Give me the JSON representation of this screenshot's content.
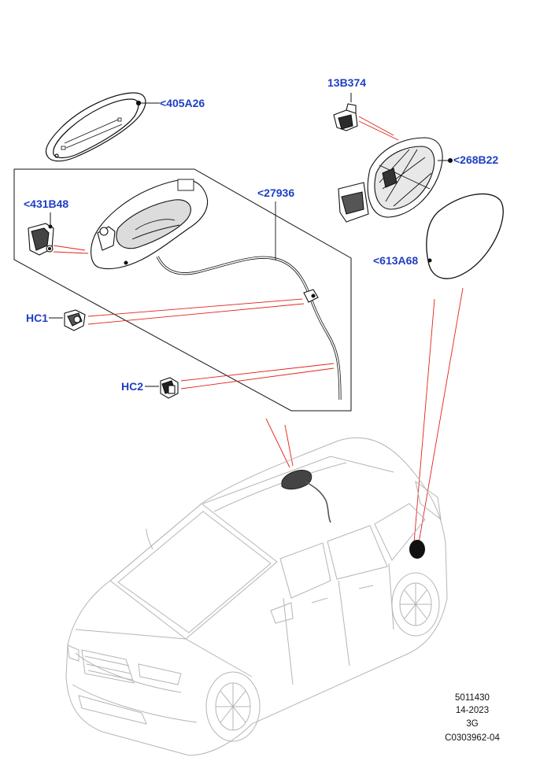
{
  "callouts": {
    "c405A26": "<405A26",
    "c13B374": "13B374",
    "c268B22": "<268B22",
    "c431B48": "<431B48",
    "c27936": "<27936",
    "c613A68": "<613A68",
    "hc1": "HC1",
    "hc2": "HC2"
  },
  "info": {
    "line1": "5011430",
    "line2": "14-2023",
    "line3": "3G",
    "line4": "C0303962-04"
  },
  "colors": {
    "callout_text": "#1f3fc4",
    "leader_line": "#e2231a",
    "drawing": "#111111",
    "vehicle_outline": "#b5b5b5"
  }
}
